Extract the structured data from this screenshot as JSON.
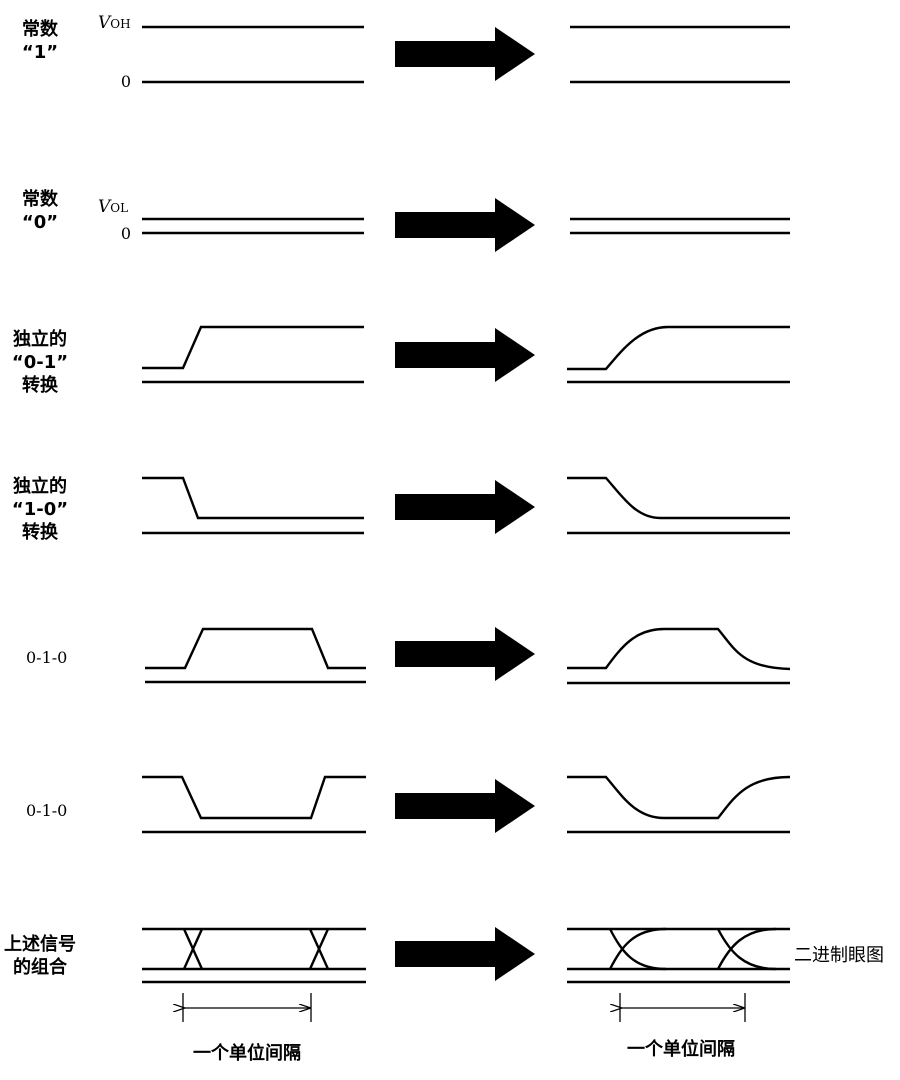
{
  "rows": [
    {
      "id": "const1",
      "label": [
        "常数",
        "“1”"
      ],
      "ticks": {
        "high": "V",
        "high_sub": "OH",
        "low": "0"
      }
    },
    {
      "id": "const0",
      "label": [
        "常数",
        "“0”"
      ],
      "ticks": {
        "high": "V",
        "high_sub": "OL",
        "low": "0"
      }
    },
    {
      "id": "rise",
      "label": [
        "独立的",
        "“0-1”",
        "转换"
      ]
    },
    {
      "id": "fall",
      "label": [
        "独立的",
        "“1-0”",
        "转换"
      ]
    },
    {
      "id": "pulse-high",
      "label": [
        "0-1-0"
      ]
    },
    {
      "id": "pulse-low",
      "label": [
        "0-1-0"
      ]
    },
    {
      "id": "combined",
      "label": [
        "上述信号",
        "的组合"
      ]
    }
  ],
  "eye_label": "二进制眼图",
  "interval_label_left": "一个单位间隔",
  "interval_label_right": "一个单位间隔",
  "colors": {
    "stroke": "#000000",
    "background": "#ffffff"
  }
}
